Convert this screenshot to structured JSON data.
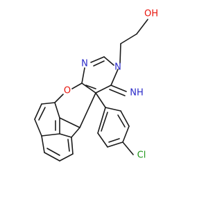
{
  "atoms": {
    "hydroxyl": {
      "text": "OH",
      "color": "#e8140c"
    },
    "ring_nitrogen_imine_side": {
      "text": "N",
      "color": "#2828c8"
    },
    "ring_nitrogen_top": {
      "text": "N",
      "color": "#2828c8"
    },
    "pyran_oxygen": {
      "text": "O",
      "color": "#e8140c"
    },
    "imine": {
      "text": "NH",
      "color": "#2828c8"
    },
    "chlorine": {
      "text": "Cl",
      "color": "#1e9619"
    }
  },
  "bond_color": "#1a1a1a"
}
